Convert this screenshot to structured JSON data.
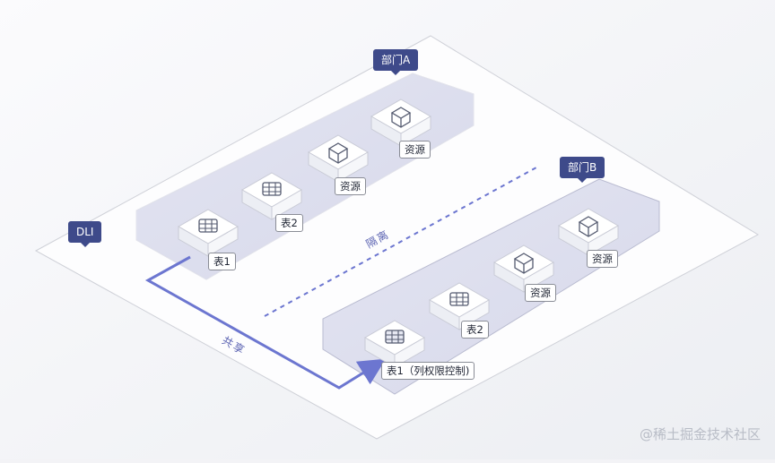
{
  "platform": {
    "label": "DLI"
  },
  "departments": [
    {
      "label": "部门A",
      "items": [
        {
          "icon": "table-icon",
          "label": "表1"
        },
        {
          "icon": "table-icon",
          "label": "表2"
        },
        {
          "icon": "cube-icon",
          "label": "资源"
        },
        {
          "icon": "cube-icon",
          "label": "资源"
        }
      ]
    },
    {
      "label": "部门B",
      "items": [
        {
          "icon": "table-column-control-icon",
          "label": "表1（列权限控制)"
        },
        {
          "icon": "table-icon",
          "label": "表2"
        },
        {
          "icon": "cube-icon",
          "label": "资源"
        },
        {
          "icon": "cube-icon",
          "label": "资源"
        }
      ]
    }
  ],
  "relations": {
    "isolation_label": "隔离",
    "share_label": "共享"
  },
  "watermark": "@稀土掘金技术社区",
  "colors": {
    "badge": "#3e4a8a",
    "accent": "#5b63b2",
    "arrow": "#6c76d0"
  }
}
